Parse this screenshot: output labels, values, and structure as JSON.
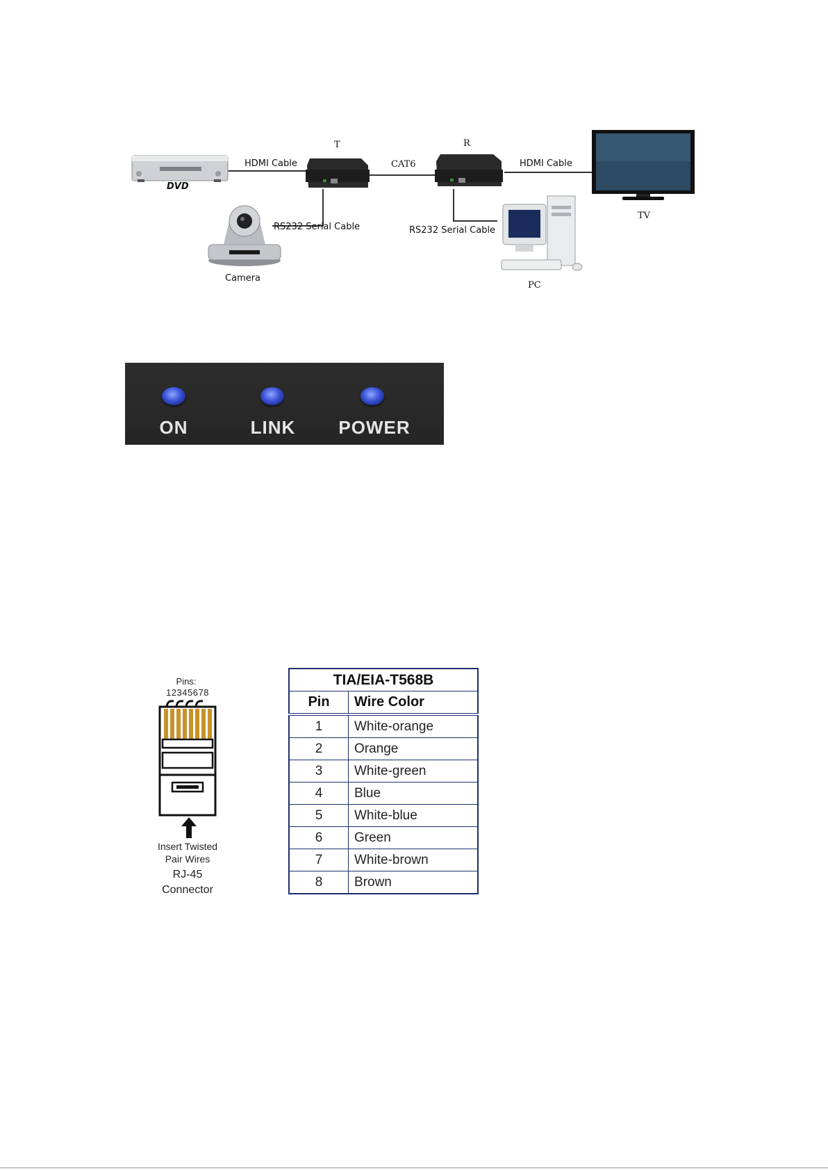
{
  "diagram": {
    "transmitter_label": "T",
    "receiver_label": "R",
    "hdmi_cable_left": "HDMI Cable",
    "cat6": "CAT6",
    "hdmi_cable_right": "HDMI Cable",
    "rs232_left": "RS232 Serial Cable",
    "rs232_right": "RS232 Serial Cable",
    "dvd": "DVD",
    "camera": "Camera",
    "pc": "PC",
    "tv": "TV"
  },
  "led_panel": {
    "indicators": [
      "ON",
      "LINK",
      "POWER"
    ],
    "led_color": "#3b52d6",
    "panel_color": "#2a2a2a"
  },
  "connector": {
    "pins_label": "Pins:",
    "pin_numbers": "12345678",
    "insert_label_1": "Insert Twisted",
    "insert_label_2": "Pair Wires",
    "name_1": "RJ-45",
    "name_2": "Connector",
    "wire_color": "#c8922a"
  },
  "wiring_table": {
    "title": "TIA/EIA-T568B",
    "col_pin": "Pin",
    "col_color": "Wire Color",
    "rows": [
      {
        "pin": "1",
        "color": "White-orange"
      },
      {
        "pin": "2",
        "color": "Orange"
      },
      {
        "pin": "3",
        "color": "White-green"
      },
      {
        "pin": "4",
        "color": "Blue"
      },
      {
        "pin": "5",
        "color": "White-blue"
      },
      {
        "pin": "6",
        "color": "Green"
      },
      {
        "pin": "7",
        "color": "White-brown"
      },
      {
        "pin": "8",
        "color": "Brown"
      }
    ],
    "border_color": "#1f2e6e"
  }
}
